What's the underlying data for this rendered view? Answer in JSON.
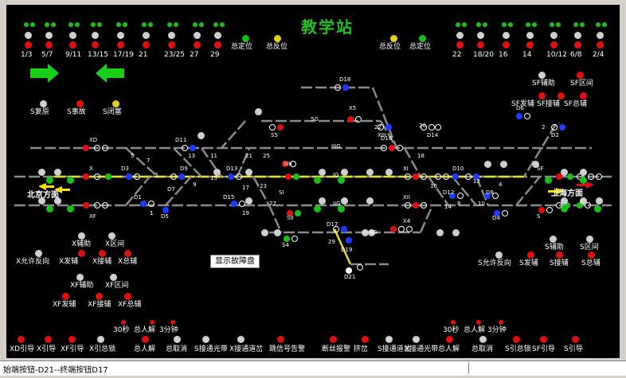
{
  "title": "教学站",
  "direction_left": "北京方面",
  "direction_right": "上海方面",
  "popup": "显示故障盘",
  "status_text": "始端按钮-D21--终端按钮D17",
  "top_left_labels": [
    "1/3",
    "5/7",
    "9/11",
    "13/15",
    "17/19",
    "21",
    "23/25",
    "27",
    "29"
  ],
  "top_right_labels": [
    "22",
    "18/20",
    "16",
    "14",
    "10/12",
    "6/8",
    "2/4"
  ],
  "mid_left": [
    "总定位",
    "总反位"
  ],
  "mid_right": [
    "总反位",
    "总定位"
  ],
  "left_ctrl": [
    "S复原",
    "S事故",
    "S闭塞"
  ],
  "right_top_panel": [
    "SF辅助",
    "SF区间",
    "SF发辅",
    "SF接辅",
    "SF总辅"
  ],
  "right_low_panel": [
    "S辅助",
    "S区间",
    "S允许反向",
    "S发辅",
    "S接辅",
    "S总辅"
  ],
  "left_low_panel": [
    "X辅助",
    "X区间",
    "X允许反向",
    "X发辅",
    "X接辅",
    "X总辅"
  ],
  "left_low2_panel": [
    "XF辅助",
    "XF区间",
    "XF发辅",
    "XF接辅",
    "XF总辅"
  ],
  "timer_left": "30秒",
  "timer_left2": "总人解",
  "timer_left3": "3分钟",
  "timer_right": "30秒",
  "timer_right2": "总人解",
  "timer_right3": "3分钟",
  "bottom_labels": [
    "XD引导",
    "X引导",
    "XF引导",
    "X引总锁",
    "总人解",
    "总取消",
    "S接通光带",
    "X接通道岔",
    "跳信号告警",
    "断丝报警",
    "挤岔",
    "S接通道岔",
    "X接通光带",
    "总人解",
    "总取消",
    "S引总锁",
    "SF引导",
    "S引导"
  ],
  "tracks": [
    "5G",
    "IIIG",
    "IG",
    "IIG",
    "4G"
  ],
  "signal_names": [
    "XD",
    "X",
    "XF",
    "D3",
    "D1",
    "D5",
    "D7",
    "D9",
    "D11",
    "D13",
    "D15",
    "D17",
    "D18",
    "D19",
    "D21",
    "X5",
    "S5",
    "SIII",
    "SI",
    "SII",
    "S4",
    "X4",
    "XII",
    "XI",
    "D16",
    "D14",
    "D10",
    "D12",
    "D8",
    "D4",
    "D6",
    "D2",
    "S",
    "SF",
    "X4",
    "XIII"
  ],
  "switch_nums": [
    "1",
    "3",
    "5",
    "7",
    "9",
    "11",
    "13",
    "15",
    "17",
    "19",
    "21",
    "23",
    "25",
    "27",
    "29",
    "2",
    "4",
    "6",
    "8",
    "10",
    "12",
    "14",
    "16",
    "18",
    "20",
    "22"
  ],
  "colors": {
    "bg": "#000000",
    "track": "#8a8a8a",
    "route": "#e0e020",
    "title": "#22c022"
  }
}
